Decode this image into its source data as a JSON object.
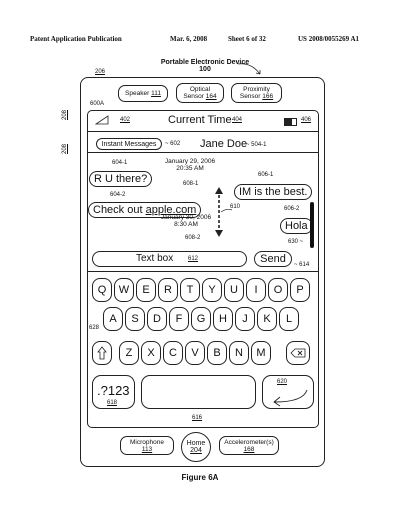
{
  "header": {
    "left": "Patent Application Publication",
    "date": "Mar. 6, 2008",
    "sheet": "Sheet 6 of 32",
    "number": "US 2008/0055269 A1"
  },
  "device": {
    "title": "Portable Electronic Device",
    "ref": "100",
    "frame_ref": "206",
    "ref_208a": "208",
    "ref_208b": "208",
    "ref_600a": "600A"
  },
  "sensors": [
    {
      "label": "Speaker",
      "ref": "111"
    },
    {
      "label": "Optical",
      "ref": "164",
      "second": "Sensor"
    },
    {
      "label": "Proximity",
      "ref": "166",
      "second": "Sensor"
    }
  ],
  "status": {
    "signal_ref": "402",
    "title": "Current Time",
    "title_ref": "404",
    "battery_ref": "406"
  },
  "nav": {
    "back": "Instant Messages",
    "back_ref": "602",
    "contact": "Jane Doe",
    "contact_ref": "504-1"
  },
  "messages": [
    {
      "text": "R U there?",
      "ref": "604-1"
    },
    {
      "text_pre": "Check out ",
      "text_link": "apple.com",
      "ref": "604-2"
    },
    {
      "text": "IM is the best.",
      "ref": "606-1"
    },
    {
      "text": "Hola",
      "ref": "606-2"
    }
  ],
  "timestamps": [
    {
      "date": "January 29, 2006",
      "time": "20:35 AM",
      "ref": "608-1"
    },
    {
      "date": "January 30, 2006",
      "time": "8:30 AM",
      "ref": "608-2"
    }
  ],
  "refs": {
    "scroll": "610",
    "scrollbar": "630",
    "textbox": "612",
    "send": "614",
    "keyboard": "616",
    "shift": "628",
    "return": "620",
    "numkey": "618"
  },
  "input": {
    "textbox": "Text box",
    "send": "Send"
  },
  "keyboard": {
    "row1": [
      "Q",
      "W",
      "E",
      "R",
      "T",
      "Y",
      "U",
      "I",
      "O",
      "P"
    ],
    "row2": [
      "A",
      "S",
      "D",
      "F",
      "G",
      "H",
      "J",
      "K",
      "L"
    ],
    "row3": [
      "Z",
      "X",
      "C",
      "V",
      "B",
      "N",
      "M"
    ],
    "numkey": ".?123"
  },
  "bottom": [
    {
      "label": "Microphone",
      "ref": "113"
    },
    {
      "label": "Home",
      "ref": "204"
    },
    {
      "label": "Accelerometer(s)",
      "ref": "168"
    }
  ],
  "caption": "Figure 6A"
}
